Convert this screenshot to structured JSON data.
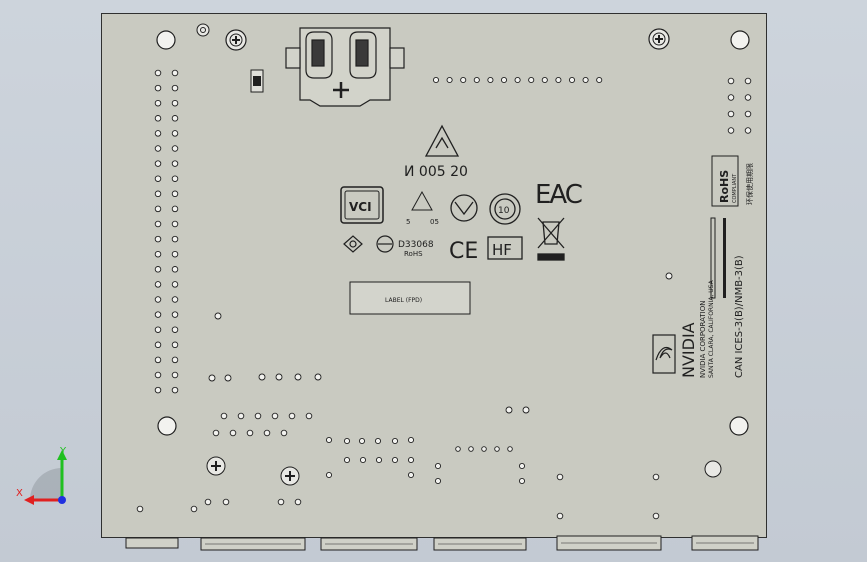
{
  "board": {
    "part_code": "И 005  20",
    "vci_label": "VCI",
    "eac_label": "EAC",
    "label_area_text": "LABEL (FPD)",
    "rohs_logo": "RoHS",
    "rohs_sub": "COMPLIANT",
    "rohs_cn": "环保使用期限",
    "nvidia_brand": "NVIDIA",
    "nvidia_corp": "NVIDIA CORPORATION",
    "nvidia_address": "SANTA CLARA, CALIFORNIA, USA",
    "can_ices": "CAN ICES-3(B)/NMB-3(B)",
    "d_code": "D33068",
    "d_sub": "RoHS",
    "ce_label": "CE",
    "hf_label": "HF",
    "recycle_num_a": "5",
    "recycle_num_b": "05",
    "icon_names": [
      "recycle-triangle-icon",
      "vci-mark-icon",
      "eco-leaf-icon",
      "ten-year-circle-icon",
      "weee-crossed-bin-icon",
      "ce-mark-icon",
      "hf-mark-icon",
      "coin-cell-battery-icon",
      "mounting-screw-icon"
    ]
  },
  "triad": {
    "x_label": "X",
    "y_label": "Y",
    "x_color": "#e02020",
    "y_color": "#20c020",
    "z_color": "#2030e0"
  }
}
